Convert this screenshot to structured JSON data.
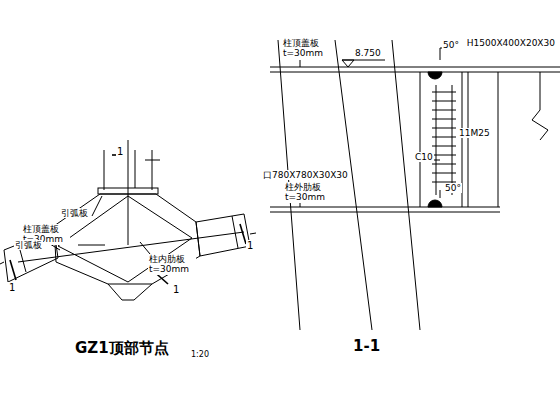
{
  "diagram": {
    "labels": [
      "1",
      "引弧板",
      "柱顶盖板 t=30mm",
      "引弧板",
      "柱内肋板 t=30mm",
      "1",
      "1",
      "1",
      "GZ1顶部节点",
      "1:20",
      "1-1",
      "柱顶盖板 t=30mm",
      "8.750",
      "50°",
      "H1500X400X20X30",
      "11M25",
      "C10",
      "口780X780X30X30",
      "柱外肋板 t=30mm",
      "50°"
    ]
  }
}
